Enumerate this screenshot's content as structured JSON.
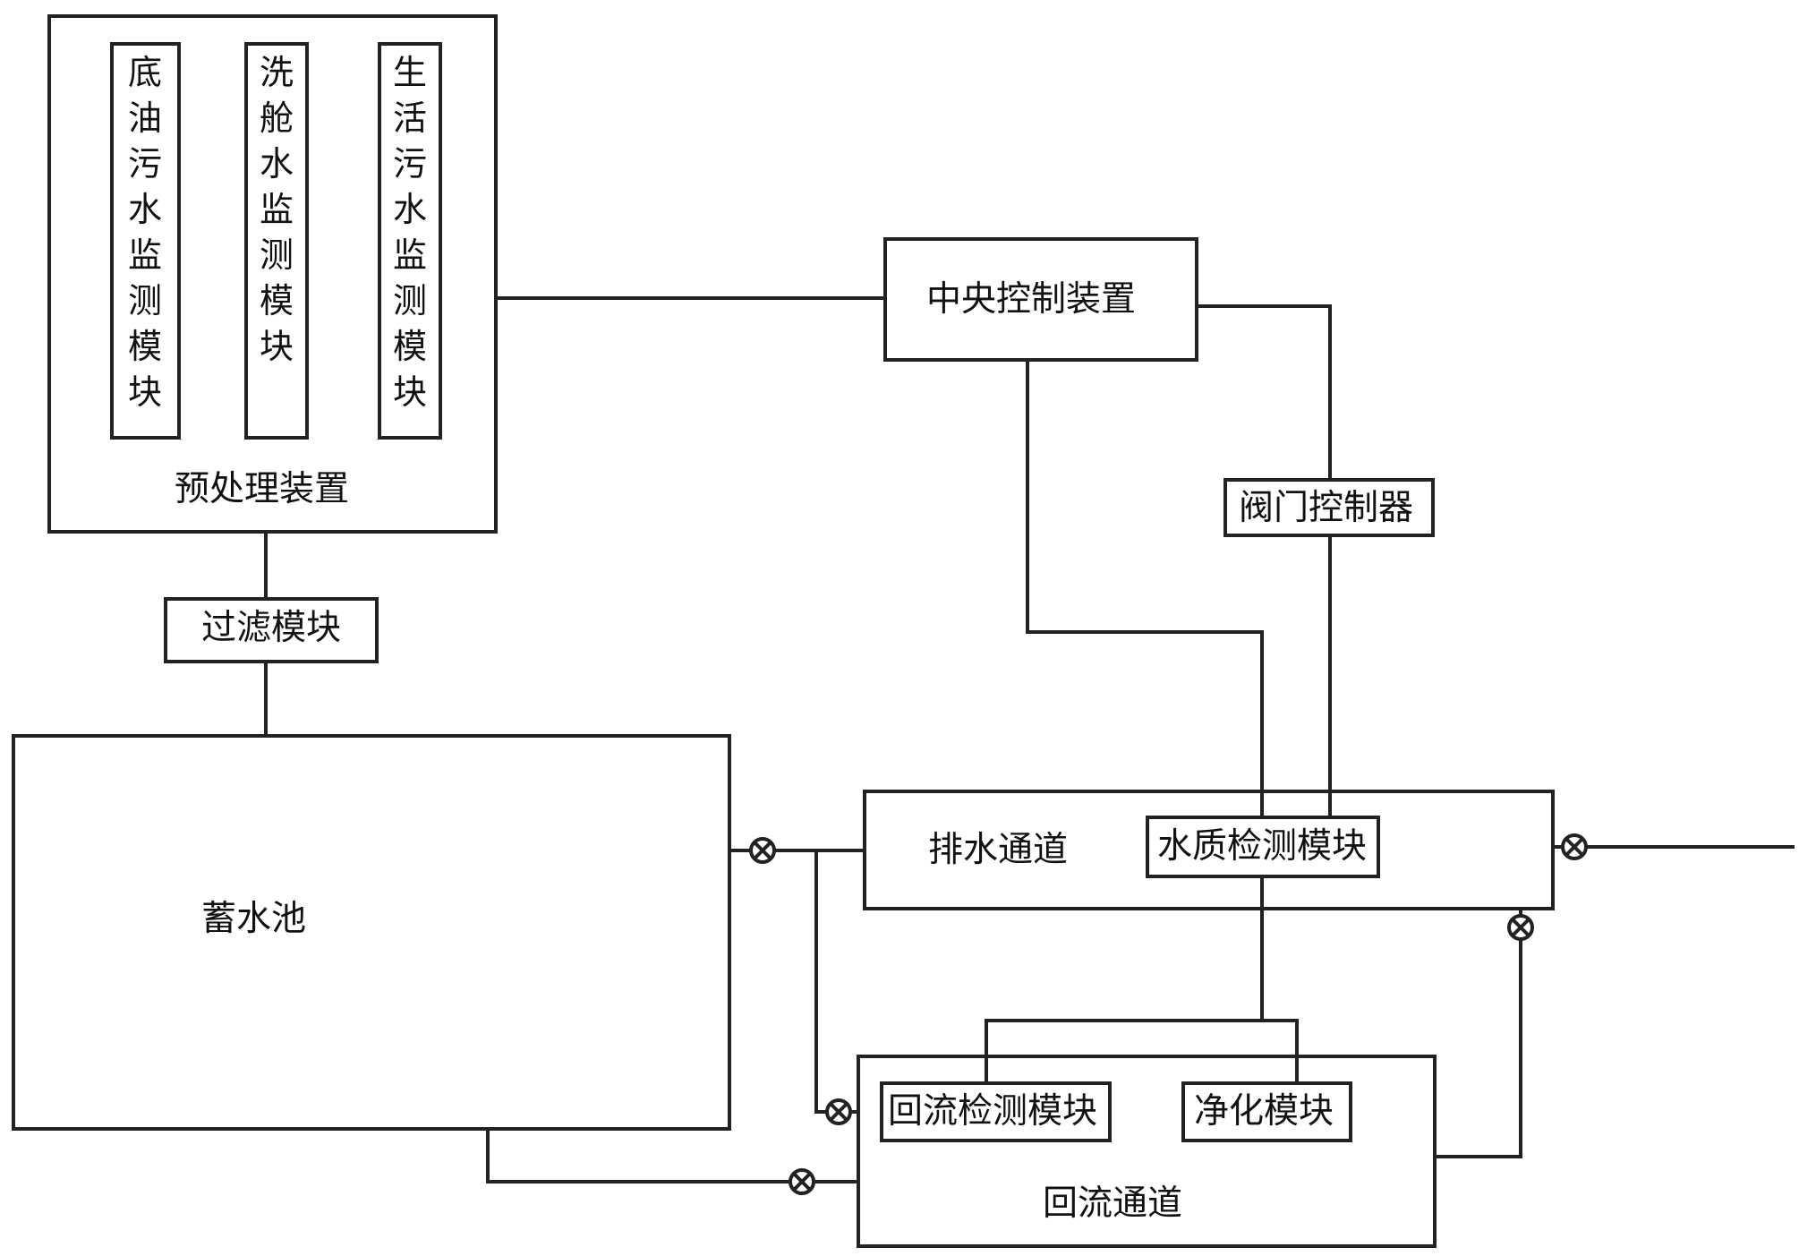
{
  "diagram": {
    "pretreatment_device": "预处理装置",
    "monitor_modules": [
      {
        "label": "底油污水监测模块"
      },
      {
        "label": "洗舱水监测模块"
      },
      {
        "label": "生活污水监测模块"
      }
    ],
    "filter_module": "过滤模块",
    "reservoir": "蓄水池",
    "central_control": "中央控制装置",
    "valve_controller": "阀门控制器",
    "drain_channel": "排水通道",
    "water_quality_module": "水质检测模块",
    "return_detection_module": "回流检测模块",
    "purification_module": "净化模块",
    "return_channel": "回流通道"
  },
  "colors": {
    "line": "#222222",
    "background": "#ffffff"
  },
  "icons": {
    "valve": "valve-icon"
  }
}
